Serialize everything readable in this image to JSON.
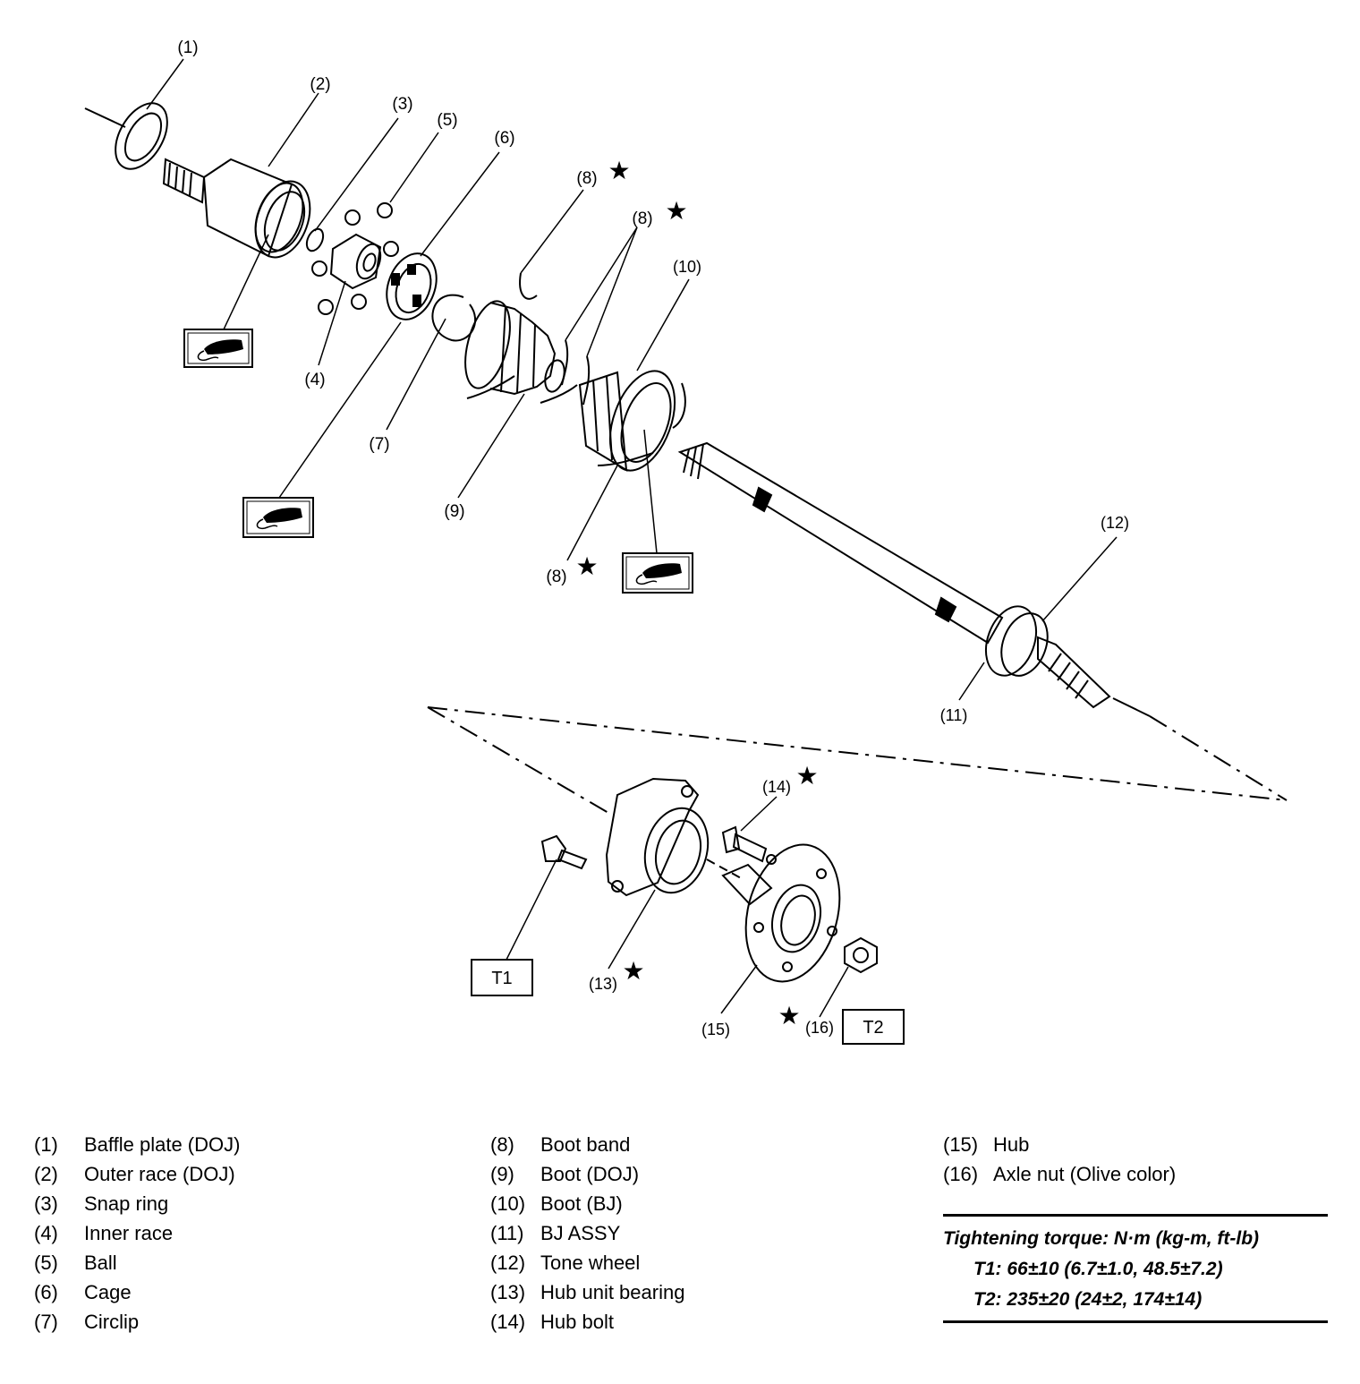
{
  "diagram": {
    "callouts": {
      "c1": "(1)",
      "c2": "(2)",
      "c3": "(3)",
      "c4": "(4)",
      "c5": "(5)",
      "c6": "(6)",
      "c7": "(7)",
      "c8a": "(8)",
      "c8b": "(8)",
      "c8c": "(8)",
      "c9": "(9)",
      "c10": "(10)",
      "c11": "(11)",
      "c12": "(12)",
      "c13": "(13)",
      "c14": "(14)",
      "c15": "(15)",
      "c16": "(16)"
    },
    "star_glyph": "★",
    "torque_boxes": {
      "t1": "T1",
      "t2": "T2"
    },
    "grease_icon_name": "grease-tube-icon"
  },
  "legend": {
    "col1": [
      {
        "num": "(1)",
        "name": "Baffle plate (DOJ)"
      },
      {
        "num": "(2)",
        "name": "Outer race (DOJ)"
      },
      {
        "num": "(3)",
        "name": "Snap ring"
      },
      {
        "num": "(4)",
        "name": "Inner race"
      },
      {
        "num": "(5)",
        "name": "Ball"
      },
      {
        "num": "(6)",
        "name": "Cage"
      },
      {
        "num": "(7)",
        "name": "Circlip"
      }
    ],
    "col2": [
      {
        "num": "(8)",
        "name": "Boot band"
      },
      {
        "num": "(9)",
        "name": "Boot (DOJ)"
      },
      {
        "num": "(10)",
        "name": "Boot (BJ)"
      },
      {
        "num": "(11)",
        "name": "BJ ASSY"
      },
      {
        "num": "(12)",
        "name": "Tone wheel"
      },
      {
        "num": "(13)",
        "name": "Hub unit bearing"
      },
      {
        "num": "(14)",
        "name": "Hub bolt"
      }
    ],
    "col3": [
      {
        "num": "(15)",
        "name": "Hub"
      },
      {
        "num": "(16)",
        "name": "Axle nut (Olive color)"
      }
    ]
  },
  "torque": {
    "title": "Tightening torque: N·m (kg-m, ft-lb)",
    "t1": "T1: 66±10 (6.7±1.0, 48.5±7.2)",
    "t2": "T2: 235±20 (24±2, 174±14)"
  }
}
